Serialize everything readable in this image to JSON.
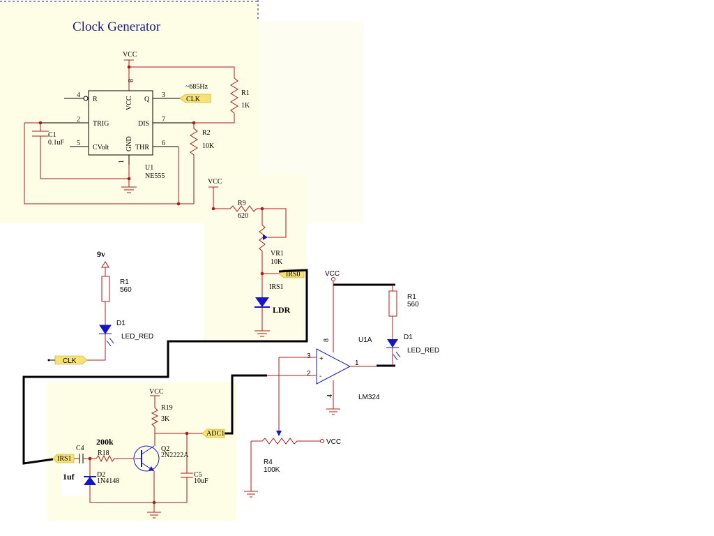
{
  "clock": {
    "title": "Clock Generator",
    "vcc": "VCC",
    "freq": "~685Hz",
    "clk_tag": "CLK",
    "ic_ref": "U1",
    "ic_part": "NE555",
    "pins": {
      "r": "R",
      "trig": "TRIG",
      "cvolt": "CVolt",
      "vcc": "VCC",
      "gnd": "GND",
      "q": "Q",
      "dis": "DIS",
      "thr": "THR"
    },
    "pin_nums": {
      "r": "4",
      "trig": "2",
      "cvolt": "5",
      "vcc": "8",
      "gnd": "1",
      "q": "3",
      "dis": "7",
      "thr": "6"
    },
    "r1_ref": "R1",
    "r1_val": "1K",
    "r2_ref": "R2",
    "r2_val": "10K",
    "c1_ref": "C1",
    "c1_val": "0.1uF"
  },
  "led_left": {
    "supply": "9v",
    "r_ref": "R1",
    "r_val": "560",
    "d_ref": "D1",
    "d_part": "LED_RED",
    "clk_tag": "CLK"
  },
  "sensor": {
    "vcc": "VCC",
    "r9_ref": "R9",
    "r9_val": "620",
    "vr1_ref": "VR1",
    "vr1_val": "10K",
    "irs_tag": "IRS0",
    "irs_ref": "IRS1",
    "ldr": "LDR"
  },
  "amp": {
    "vcc": "VCC",
    "c4_ref": "C4",
    "c4_note": "1uf",
    "r18_ref": "R18",
    "r18_note": "200k",
    "d2_ref": "D2",
    "d2_part": "1N4148",
    "q2_ref": "Q2",
    "q2_part": "2N2222A",
    "r19_ref": "R19",
    "r19_val": "3K",
    "c5_ref": "C5",
    "c5_val": "10uF",
    "adc_tag": "ADC1",
    "irs_tag": "IRS1"
  },
  "comparator": {
    "vcc": "VCC",
    "u_ref": "U1A",
    "u_part": "LM324",
    "pin_plus": "3",
    "pin_minus": "2",
    "pin_out": "1",
    "pin_pwr": "8",
    "pin_gnd": "4",
    "plus_sign": "+",
    "minus_sign": "-",
    "r1_ref": "R1",
    "r1_val": "560",
    "d1_ref": "D1",
    "d1_part": "LED_RED",
    "r4_ref": "R4",
    "r4_val": "100K",
    "r4_vcc": "VCC"
  }
}
